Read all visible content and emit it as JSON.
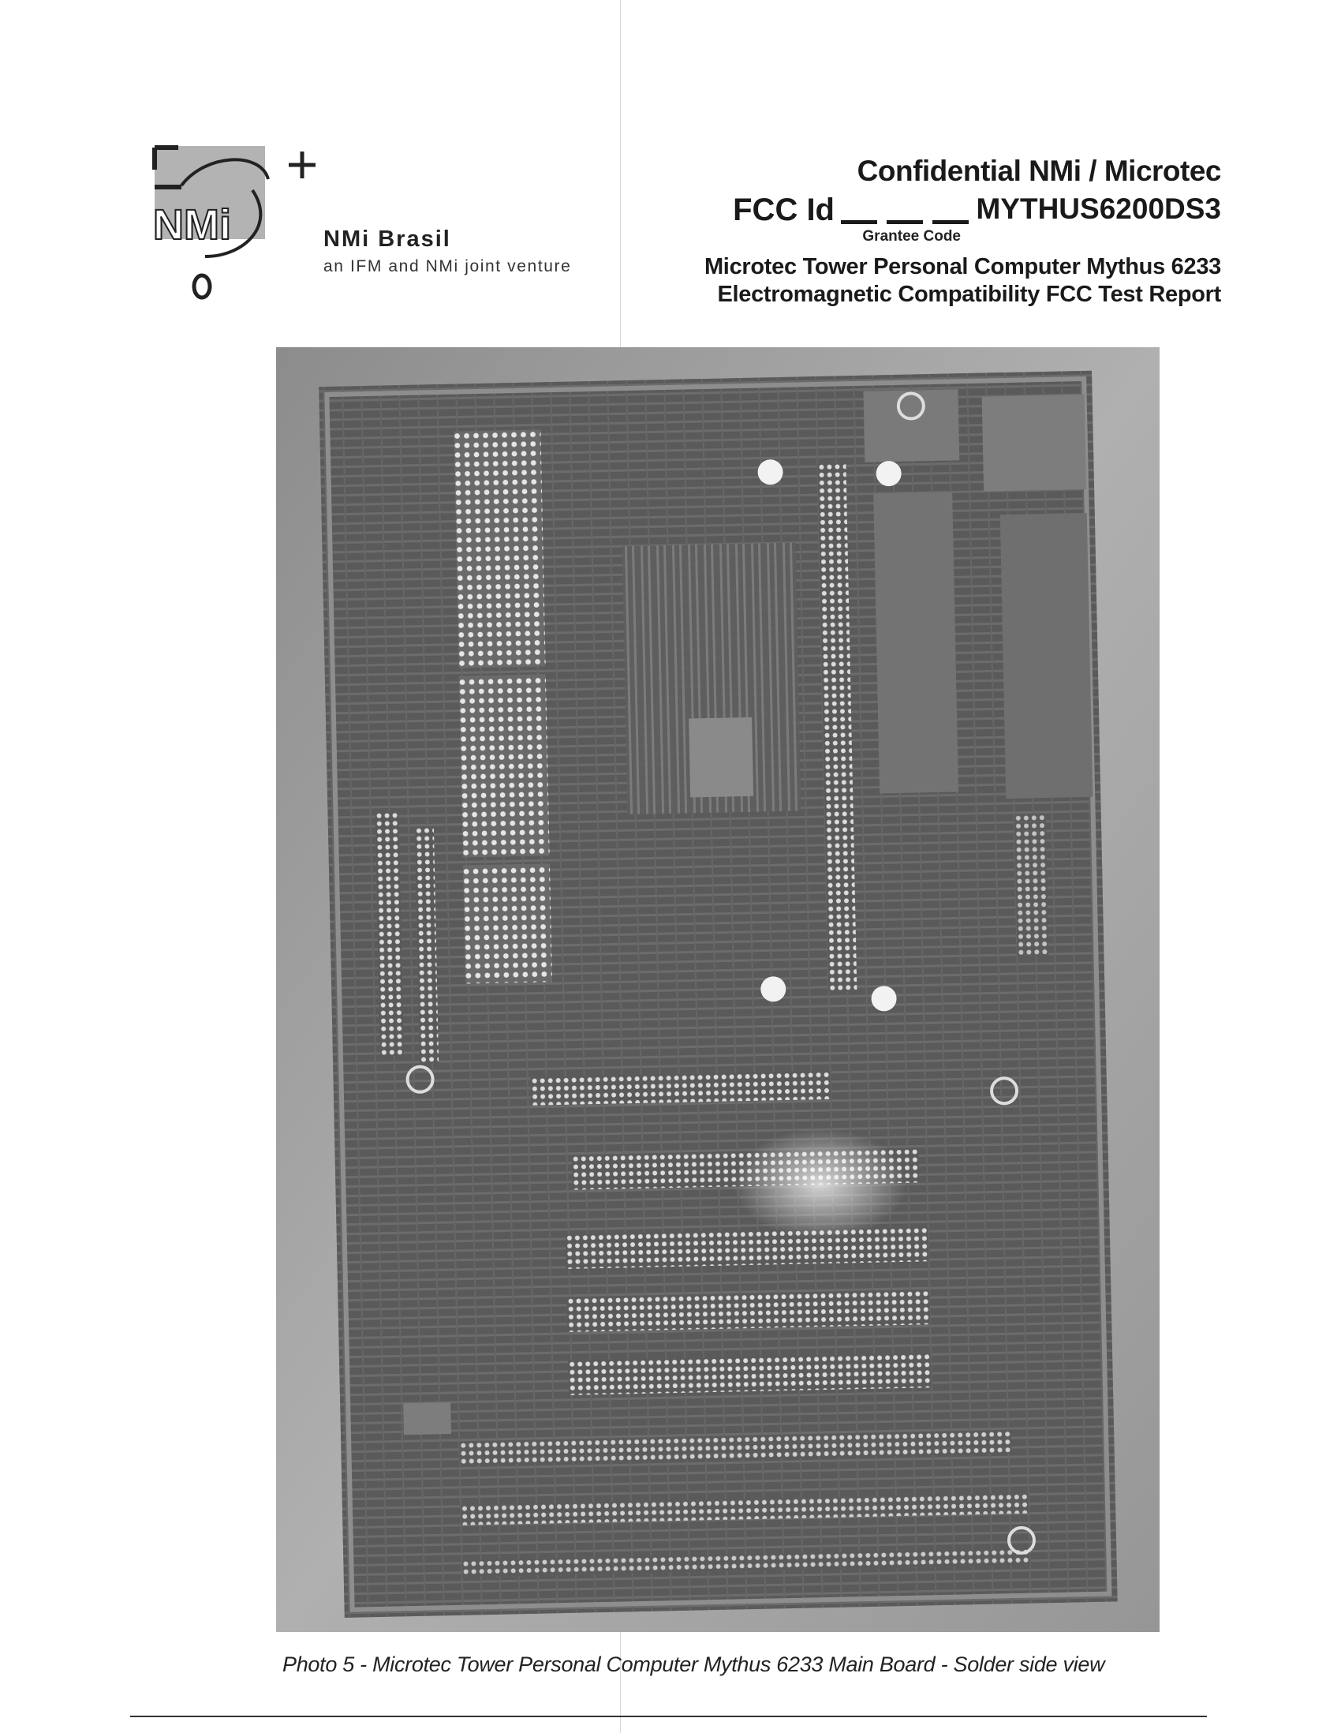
{
  "header": {
    "org_name": "NMi Brasil",
    "org_tagline": "an IFM and NMi joint venture",
    "logo_text": "NMi",
    "confidential": "Confidential NMi / Microtec",
    "fcc_label": "FCC Id",
    "fcc_id": "MYTHUS6200DS3",
    "grantee_label": "Grantee Code",
    "report_title_1": "Microtec Tower Personal Computer Mythus 6233",
    "report_title_2": "Electromagnetic Compatibility  FCC Test Report"
  },
  "photo": {
    "subject": "main-board-solder-side",
    "colors": {
      "board": "#5e5e5e",
      "trace": "#8a8a8a",
      "pad": "#e6e6e6",
      "background": "#a8a8a8"
    }
  },
  "caption": "Photo 5 - Microtec Tower Personal Computer Mythus 6233 Main Board - Solder side view"
}
